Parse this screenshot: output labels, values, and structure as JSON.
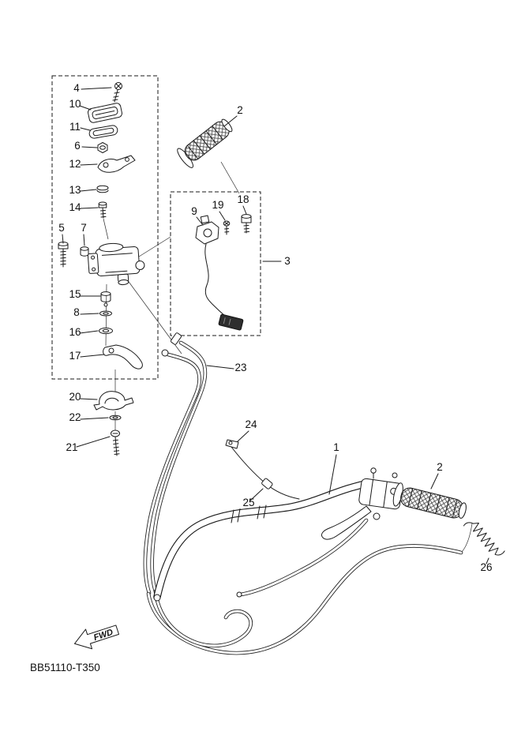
{
  "diagram": {
    "code": "BB51110-T350",
    "fwd_label": "FWD",
    "background": "#ffffff",
    "stroke_color": "#1a1a1a",
    "callouts": [
      {
        "id": "callout-4",
        "label": "4"
      },
      {
        "id": "callout-10",
        "label": "10"
      },
      {
        "id": "callout-11",
        "label": "11"
      },
      {
        "id": "callout-6",
        "label": "6"
      },
      {
        "id": "callout-12",
        "label": "12"
      },
      {
        "id": "callout-13",
        "label": "13"
      },
      {
        "id": "callout-14",
        "label": "14"
      },
      {
        "id": "callout-5",
        "label": "5"
      },
      {
        "id": "callout-7",
        "label": "7"
      },
      {
        "id": "callout-15",
        "label": "15"
      },
      {
        "id": "callout-8",
        "label": "8"
      },
      {
        "id": "callout-16",
        "label": "16"
      },
      {
        "id": "callout-17",
        "label": "17"
      },
      {
        "id": "callout-2-top",
        "label": "2"
      },
      {
        "id": "callout-9",
        "label": "9"
      },
      {
        "id": "callout-19",
        "label": "19"
      },
      {
        "id": "callout-18",
        "label": "18"
      },
      {
        "id": "callout-3",
        "label": "3"
      },
      {
        "id": "callout-23",
        "label": "23"
      },
      {
        "id": "callout-20",
        "label": "20"
      },
      {
        "id": "callout-22",
        "label": "22"
      },
      {
        "id": "callout-21",
        "label": "21"
      },
      {
        "id": "callout-24",
        "label": "24"
      },
      {
        "id": "callout-25",
        "label": "25"
      },
      {
        "id": "callout-1",
        "label": "1"
      },
      {
        "id": "callout-2-right",
        "label": "2"
      },
      {
        "id": "callout-26",
        "label": "26"
      }
    ]
  }
}
